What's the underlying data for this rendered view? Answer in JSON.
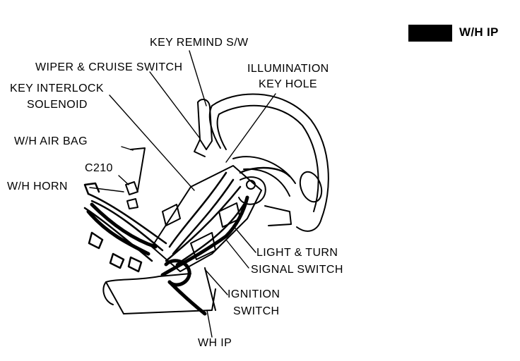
{
  "legend": {
    "label": "W/H IP",
    "color": "#000000"
  },
  "labels": {
    "key_remind_sw": "KEY REMIND S/W",
    "wiper_cruise_switch": "WIPER & CRUISE SWITCH",
    "illumination_key_hole_line1": "ILLUMINATION",
    "illumination_key_hole_line2": "KEY HOLE",
    "key_interlock_solenoid_line1": "KEY INTERLOCK",
    "key_interlock_solenoid_line2": "SOLENOID",
    "wh_air_bag": "W/H AIR BAG",
    "c210": "C210",
    "wh_horn": "W/H HORN",
    "light_turn_signal_line1": "LIGHT & TURN",
    "light_turn_signal_line2": "SIGNAL SWITCH",
    "ignition_switch_line1": "IGNITION",
    "ignition_switch_line2": "SWITCH",
    "wh_ip": "WH IP"
  }
}
